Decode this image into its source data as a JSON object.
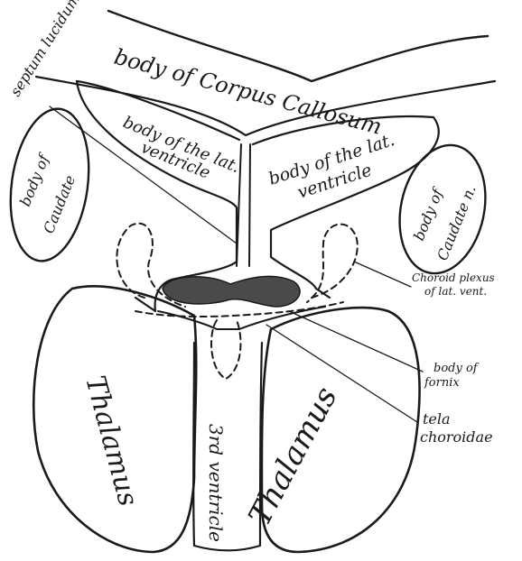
{
  "labels": {
    "septum_lucidum": "septum lucidum",
    "corpus_callosum": "body of Corpus Callosum",
    "lat_ventricle_left_1": "body of the lat.",
    "lat_ventricle_left_2": "ventricle",
    "lat_ventricle_right_1": "body of the lat.",
    "lat_ventricle_right_2": "ventricle",
    "caudate_left_1": "body of",
    "caudate_left_2": "Caudate",
    "caudate_right_1": "body of",
    "caudate_right_2": "Caudate n.",
    "choroid_plexus_1": "Choroid plexus",
    "choroid_plexus_2": "of lat. vent.",
    "fornix_1": "body of",
    "fornix_2": "fornix",
    "tela_1": "tela",
    "tela_2": "choroidae",
    "thalamus_left": "Thalamus",
    "thalamus_right": "Thalamus",
    "third_ventricle": "3rd ventricle"
  },
  "colors": {
    "ink": "#1a1a1a",
    "plexus_fill": "#4a4a4a",
    "stipple": "#6b6b6b",
    "background": "#ffffff"
  }
}
